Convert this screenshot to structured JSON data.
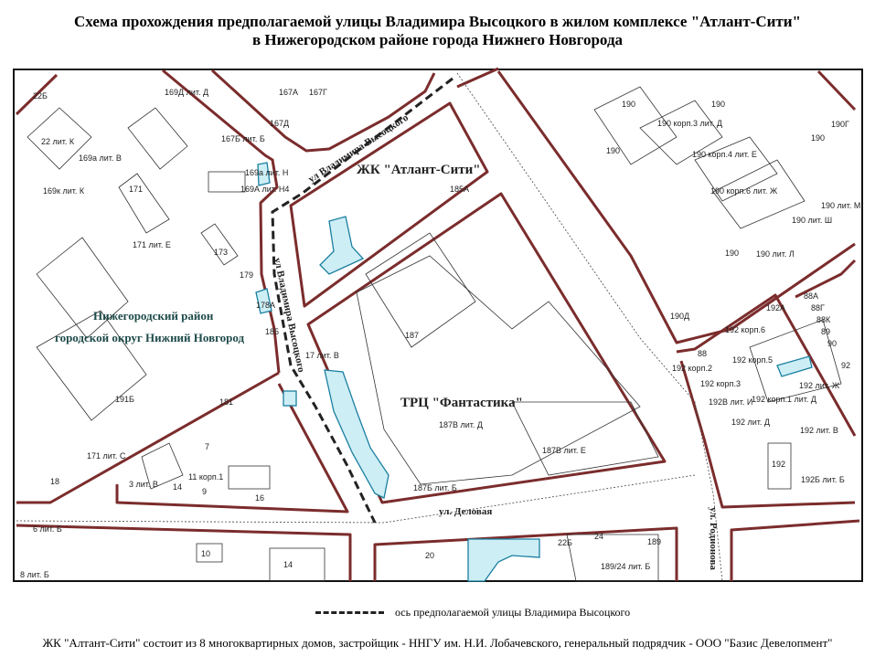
{
  "title": {
    "line1": "Схема прохождения предполагаемой улицы Владимира Высоцкого в жилом комплексе \"Атлант-Сити\"",
    "line2": "в Нижегородском районе города Нижнего Новгорода"
  },
  "map": {
    "areas": {
      "atlant": "ЖК \"Атлант-Сити\"",
      "fantastika": "ТРЦ \"Фантастика\"",
      "district_line1": "Нижегородский район",
      "district_line2": "городской округ Нижний Новгород"
    },
    "streets": {
      "vysotsky_diag": "ул Владимира Высоцкого",
      "vysotsky_vert": "ул Владимира Высоцкого",
      "delovaya": "ул. Деловая",
      "rodionova": "ул. Родионова"
    },
    "buildings": [
      "22Б",
      "169Д лит. Д",
      "167А",
      "167Г",
      "167Д",
      "167Б лит. Б",
      "22 лит. К",
      "169а лит. В",
      "169а лит. Н",
      "169А лит. Н4",
      "169к лит. К",
      "171",
      "171 лит. Е",
      "173",
      "179",
      "178А",
      "185",
      "185А",
      "187",
      "17 лит. В",
      "187В лит. Д",
      "187В лит. Е",
      "187Б лит. Б",
      "191Б",
      "181",
      "171 лит. С",
      "18",
      "3 лит. В",
      "14",
      "11 корп.1",
      "9",
      "16",
      "7",
      "6 лит. Б",
      "8 лит. Б",
      "10",
      "14",
      "20",
      "22Б",
      "24",
      "189",
      "189/24 лит. Б",
      "190",
      "190",
      "190",
      "190 корп.3 лит. Д",
      "190 корп.4 лит. Е",
      "190 корп.6 лит. Ж",
      "190Г",
      "190",
      "190 лит. Ш",
      "190 лит. М",
      "190",
      "190 лит. Л",
      "190Д",
      "192А",
      "192 корп.6",
      "88",
      "192 корп.2",
      "192 корп.5",
      "192 корп.3",
      "192В лит. И",
      "192 корп.1 лит. Д",
      "192 лит. Д",
      "192 лит. Ж",
      "192 лит. В",
      "192",
      "192Б лит. Б",
      "88А",
      "88Г",
      "88К",
      "89",
      "90",
      "92"
    ]
  },
  "legend": {
    "axis_label": "ось предполагаемой улицы Владимира Высоцкого"
  },
  "footnote": "ЖК \"Алтант-Сити\" состоит из 8 многоквартирных домов, застройщик - ННГУ им. Н.И. Лобачевского, генеральный подрядчик - ООО \"Базис Девелопмент\"",
  "colors": {
    "road": "#7b2c2c",
    "new_building": "#cdeef5",
    "axis": "#222222"
  }
}
